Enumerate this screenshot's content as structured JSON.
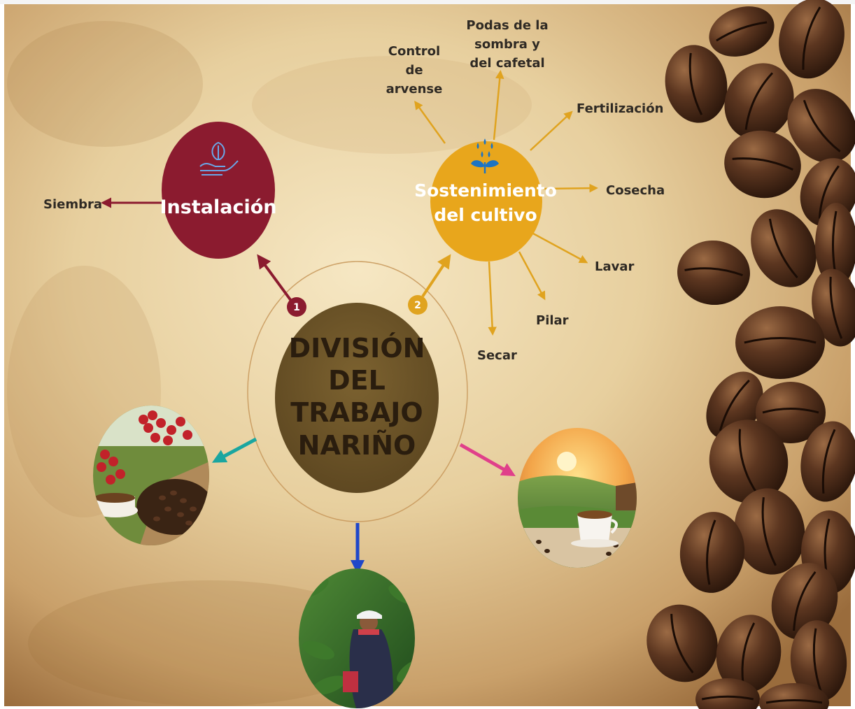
{
  "center": {
    "lines": [
      "DIVISIÓN",
      "DEL",
      "TRABAJO",
      "NARIÑO"
    ]
  },
  "instalacion": {
    "title": "Instalación",
    "badge": "1",
    "icon": "hand-seedling-icon",
    "color": "#8b1b2f",
    "children": [
      "Siembra"
    ]
  },
  "sostenimiento": {
    "title_lines": [
      "Sostenimiento",
      "del cultivo"
    ],
    "badge": "2",
    "icon": "watering-plant-icon",
    "color": "#e8a61c",
    "children": {
      "control": [
        "Control",
        "de",
        "arvense"
      ],
      "podas": [
        "Podas de la",
        "sombra y",
        "del cafetal"
      ],
      "fertilizacion": "Fertilización",
      "cosecha": "Cosecha",
      "lavar": "Lavar",
      "pilar": "Pilar",
      "secar": "Secar"
    }
  },
  "photos": {
    "left": "coffee-cherries-and-beans-photo",
    "bottom": "coffee-picker-photo",
    "right": "coffee-cup-sunrise-photo"
  },
  "colors": {
    "parchment": "#e3c995",
    "center_circle": "#6e5526",
    "arrow_teal": "#1aa6a0",
    "arrow_blue": "#1f47c9",
    "arrow_pink": "#e0408a",
    "arrow_gold": "#e0a31f",
    "arrow_red": "#8b1b2f"
  }
}
